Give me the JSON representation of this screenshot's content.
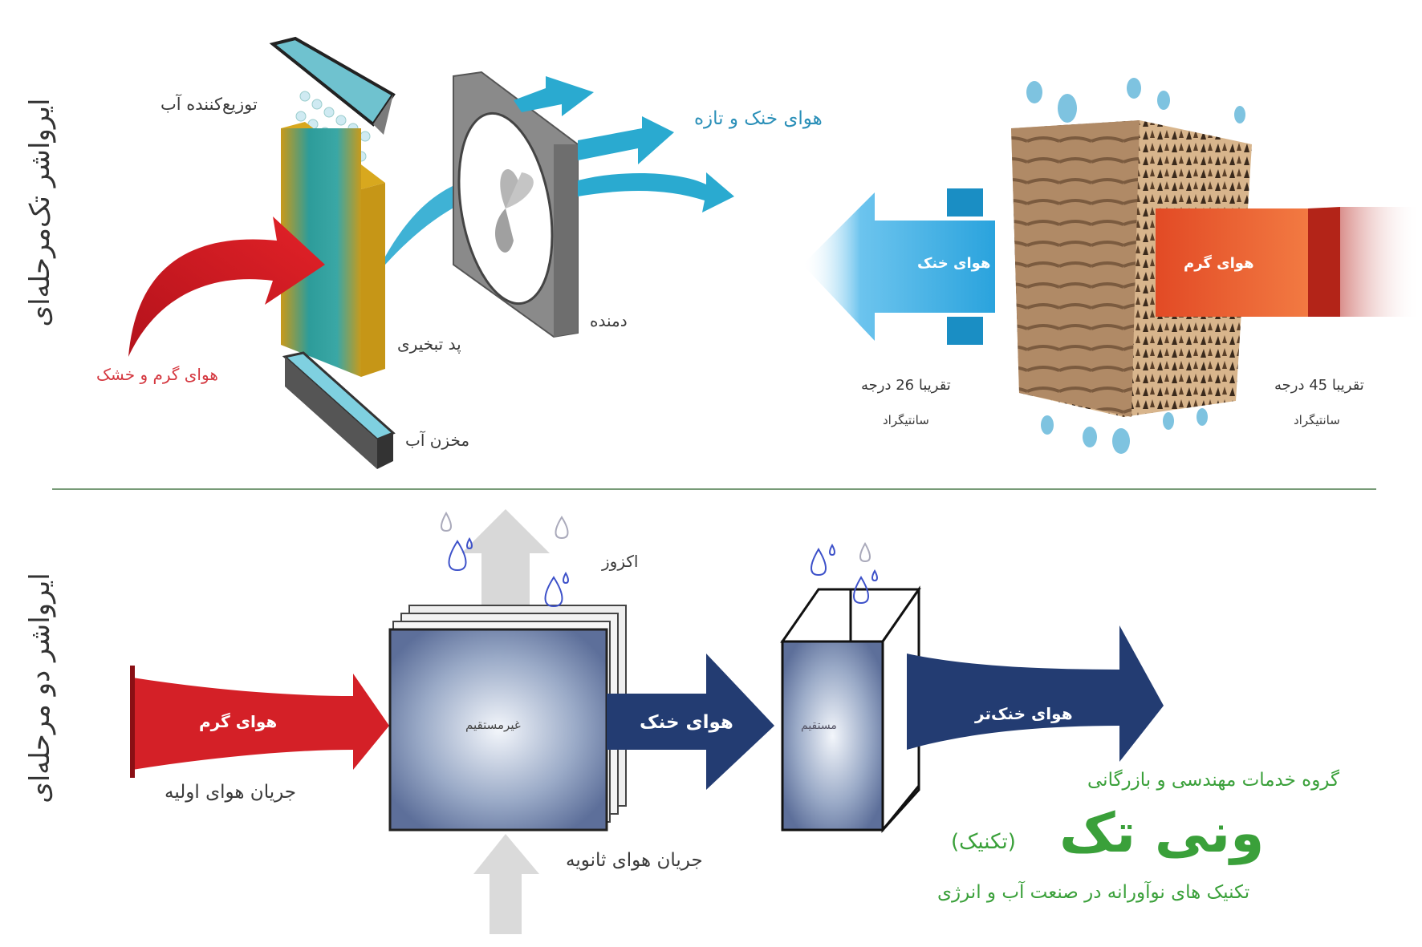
{
  "section_titles": {
    "single_stage": "ایرواشر تک‌مرحله‌ای",
    "two_stage": "ایرواشر دو مرحله‌ای"
  },
  "single_stage_diagram": {
    "water_distributor": "توزیع‌کننده آب",
    "hot_dry_air": "هوای گرم و خشک",
    "evaporative_pad": "پد تبخیری",
    "water_tank": "مخزن آب",
    "blower": "دمنده",
    "cool_fresh_air": "هوای خنک و تازه"
  },
  "pad_closeup": {
    "cool_air": "هوای خنک",
    "hot_air": "هوای گرم",
    "cool_temp": "تقریبا 26 درجه",
    "cool_temp_unit": "سانتیگراد",
    "hot_temp": "تقریبا 45 درجه",
    "hot_temp_unit": "سانتیگراد"
  },
  "two_stage_diagram": {
    "hot_air": "هوای گرم",
    "primary_airflow": "جریان هوای اولیه",
    "indirect": "غیرمستقیم",
    "exhaust": "اکزوز",
    "secondary_airflow": "جریان هوای ثانویه",
    "cool_air": "هوای خنک",
    "direct": "مستقیم",
    "cooler_air": "هوای خنک‌تر"
  },
  "branding": {
    "group_line": "گروه خدمات مهندسی و بازرگانی",
    "logo": "ونی تک",
    "logo_sub": "(تکنیک)",
    "tagline": "تکنیک های نوآورانه در صنعت آب و انرژی"
  },
  "colors": {
    "hot": "#d42027",
    "cool_light": "#2aa9d2",
    "cool_dark": "#233c72",
    "brand_green": "#3aa03a",
    "divider": "#4a7a4a"
  }
}
